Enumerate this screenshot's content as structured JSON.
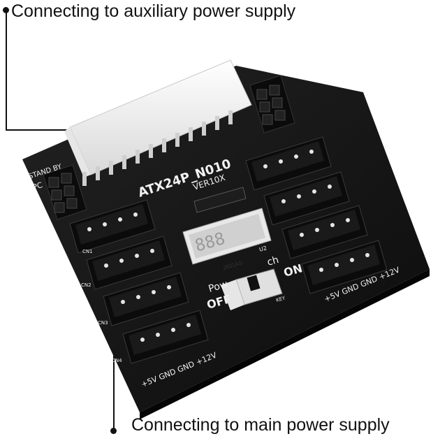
{
  "callouts": {
    "top": "Connecting to auxiliary power supply",
    "bottom": "Connecting to main power supply"
  },
  "board": {
    "model": "ATX24P_N010",
    "version": "VER10X",
    "standby_label": "STAND BY",
    "pc_label": "PC",
    "display_digits": "888",
    "display_chip": "2831AS",
    "display_ref": "U2",
    "power_label": "Pow",
    "switch_label": "ch",
    "off_label": "OFF",
    "on_label": "ON",
    "key_label": "KEY",
    "rail_label": "+5V GND GND +12V",
    "connector_labels": [
      "CN1",
      "CN2",
      "CN3",
      "CN4"
    ]
  },
  "colors": {
    "pcb": "#141414",
    "connector": "#0c0c0c",
    "atx_header": "#f4f4f4",
    "silkscreen": "#f2f2f2"
  }
}
